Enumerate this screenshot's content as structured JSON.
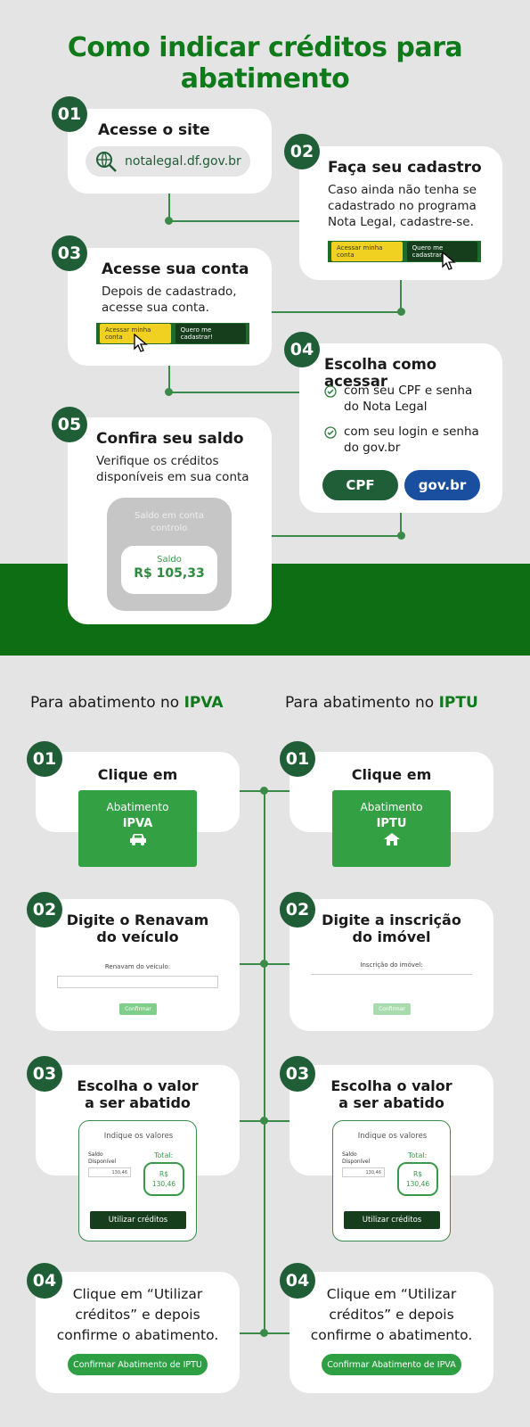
{
  "header": {
    "title": "Como indicar créditos para abatimento"
  },
  "steps": {
    "s1": {
      "num": "01",
      "title": "Acesse o site",
      "url": "notalegal.df.gov.br"
    },
    "s2": {
      "num": "02",
      "title": "Faça seu cadastro",
      "line1": "Caso ainda não tenha se",
      "line2": "cadastrado no programa",
      "line3": "Nota Legal, cadastre-se.",
      "btn_access": "Acessar minha conta",
      "btn_register": "Quero me cadastrar!"
    },
    "s3": {
      "num": "03",
      "title": "Acesse sua conta",
      "line1": "Depois de cadastrado,",
      "line2": "acesse sua conta.",
      "btn_access": "Acessar minha conta",
      "btn_register": "Quero me cadastrar!"
    },
    "s4": {
      "num": "04",
      "title": "Escolha como acessar",
      "opt1a": "com seu CPF e senha",
      "opt1b": "do Nota Legal",
      "opt2a": "com seu login e senha",
      "opt2b": "do gov.br",
      "btn_cpf": "CPF",
      "btn_govbr": "gov.br"
    },
    "s5": {
      "num": "05",
      "title": "Confira seu saldo",
      "line1": "Verifique os créditos",
      "line2": "disponíveis em sua conta",
      "box_label1": "Saldo em conta",
      "box_label2": "controlo",
      "saldo_label": "Saldo",
      "saldo_value": "R$ 105,33"
    }
  },
  "ipva": {
    "heading_prefix": "Para abatimento no ",
    "heading_key": "IPVA",
    "s1": {
      "num": "01",
      "title": "Clique em",
      "box1": "Abatimento",
      "box2": "IPVA"
    },
    "s2": {
      "num": "02",
      "title1": "Digite o Renavam",
      "title2": "do veículo",
      "label": "Renavam do veículo:",
      "btn": "Confirmar"
    },
    "s3": {
      "num": "03",
      "title1": "Escolha o valor",
      "title2": "a ser abatido",
      "panel_title": "Indique os valores",
      "saldo1": "Saldo",
      "saldo2": "Disponível",
      "saldo_val": "130,46",
      "total_label": "Total:",
      "total_rs": "R$",
      "total_val": "130,46",
      "btn": "Utilizar créditos"
    },
    "s4": {
      "num": "04",
      "t1": "Clique em “Utilizar",
      "t2": "créditos” e depois",
      "t3": "confirme o abatimento.",
      "btn": "Confirmar Abatimento de IPTU"
    }
  },
  "iptu": {
    "heading_prefix": "Para abatimento no ",
    "heading_key": "IPTU",
    "s1": {
      "num": "01",
      "title": "Clique em",
      "box1": "Abatimento",
      "box2": "IPTU"
    },
    "s2": {
      "num": "02",
      "title1": "Digite a inscrição",
      "title2": "do imóvel",
      "label": "Inscrição do imóvel:",
      "btn": "Confirmar"
    },
    "s3": {
      "num": "03",
      "title1": "Escolha o valor",
      "title2": "a ser abatido",
      "panel_title": "Indique os valores",
      "saldo1": "Saldo",
      "saldo2": "Disponível",
      "saldo_val": "130,46",
      "total_label": "Total:",
      "total_rs": "R$",
      "total_val": "130,46",
      "btn": "Utilizar créditos"
    },
    "s4": {
      "num": "04",
      "t1": "Clique em “Utilizar",
      "t2": "créditos” e depois",
      "t3": "confirme o abatimento.",
      "btn": "Confirmar Abatimento de IPVA"
    }
  },
  "colors": {
    "brand_green": "#0f7a1a",
    "badge_green": "#1f5e36",
    "govbr_blue": "#1a4fa0"
  }
}
